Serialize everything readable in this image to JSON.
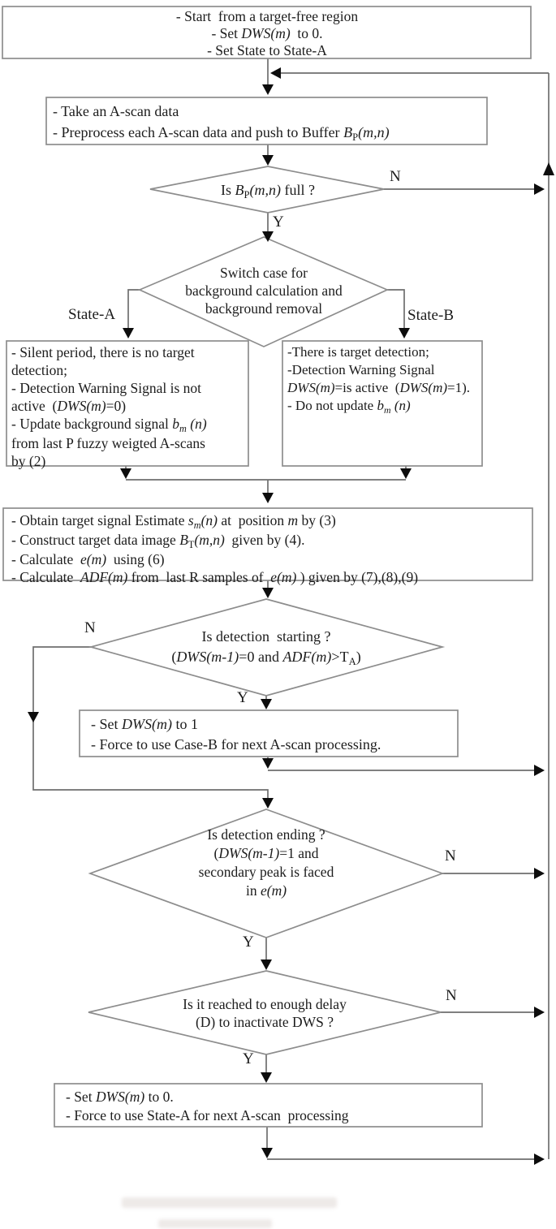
{
  "colors": {
    "bg": "#ffffff",
    "ink": "#1c1c1c",
    "line": "#6f6f6f",
    "border": "#8d8d8d",
    "arrow": "#0d0d0d"
  },
  "labels": {
    "yes": "Y",
    "no": "N"
  },
  "branches": {
    "state_a": "State-A",
    "state_b": "State-B"
  },
  "nodes": {
    "start": {
      "type": "process",
      "lines": [
        [
          {
            "t": "- Start  from a target-free region"
          }
        ],
        [
          {
            "t": "- Set "
          },
          {
            "t": "DWS(m)",
            "s": "i"
          },
          {
            "t": "  to 0."
          }
        ],
        [
          {
            "t": "- Set State to State-A"
          }
        ]
      ]
    },
    "take_scan": {
      "type": "process",
      "lines": [
        [
          {
            "t": "- Take an A-scan data"
          }
        ],
        [
          {
            "t": "- Preprocess each A-scan data and push to Buffer "
          },
          {
            "t": "B",
            "s": "i"
          },
          {
            "t": "P",
            "s": "sub"
          },
          {
            "t": "(m,n)",
            "s": "i"
          }
        ]
      ]
    },
    "buffer_full": {
      "type": "decision",
      "lines": [
        [
          {
            "t": "Is "
          },
          {
            "t": "B",
            "s": "i"
          },
          {
            "t": "P",
            "s": "sub"
          },
          {
            "t": "(m,n)",
            "s": "i"
          },
          {
            "t": " full ?"
          }
        ]
      ]
    },
    "switch_case": {
      "type": "decision",
      "lines": [
        [
          {
            "t": "Switch case for"
          }
        ],
        [
          {
            "t": "background calculation and"
          }
        ],
        [
          {
            "t": "background removal"
          }
        ]
      ]
    },
    "case_state_a": {
      "type": "process",
      "lines": [
        [
          {
            "t": "- Silent period, there is no target"
          }
        ],
        [
          {
            "t": "detection;"
          }
        ],
        [
          {
            "t": "- Detection Warning Signal is not"
          }
        ],
        [
          {
            "t": "active  ("
          },
          {
            "t": "DWS(m)",
            "s": "i"
          },
          {
            "t": "=0)"
          }
        ],
        [
          {
            "t": "- Update background signal "
          },
          {
            "t": "b",
            "s": "i"
          },
          {
            "t": "m",
            "s": "isub"
          },
          {
            "t": " (n)",
            "s": "i"
          }
        ],
        [
          {
            "t": "from last P fuzzy weigted A-scans"
          }
        ],
        [
          {
            "t": "by (2)"
          }
        ]
      ]
    },
    "case_state_b": {
      "type": "process",
      "lines": [
        [
          {
            "t": "-There is target detection;"
          }
        ],
        [
          {
            "t": "-Detection Warning Signal"
          }
        ],
        [
          {
            "t": "DWS(m)",
            "s": "i"
          },
          {
            "t": "=is active  ("
          },
          {
            "t": "DWS(m)",
            "s": "i"
          },
          {
            "t": "=1)."
          }
        ],
        [
          {
            "t": "- Do not update "
          },
          {
            "t": "b",
            "s": "i"
          },
          {
            "t": "m",
            "s": "isub"
          },
          {
            "t": " (n)",
            "s": "i"
          }
        ]
      ]
    },
    "estimate": {
      "type": "process",
      "lines": [
        [
          {
            "t": "- Obtain target signal Estimate "
          },
          {
            "t": "s",
            "s": "i"
          },
          {
            "t": "m",
            "s": "isub"
          },
          {
            "t": "(n)",
            "s": "i"
          },
          {
            "t": " at  position "
          },
          {
            "t": "m",
            "s": "i"
          },
          {
            "t": " by (3)"
          }
        ],
        [
          {
            "t": "- Construct target data image "
          },
          {
            "t": "B",
            "s": "i"
          },
          {
            "t": "T",
            "s": "sub"
          },
          {
            "t": "(m,n)",
            "s": "i"
          },
          {
            "t": "  given by (4)."
          }
        ],
        [
          {
            "t": "- Calculate  "
          },
          {
            "t": "e(m)",
            "s": "i"
          },
          {
            "t": "  using (6)"
          }
        ],
        [
          {
            "t": "- Calculate  "
          },
          {
            "t": "ADF(m)",
            "s": "i"
          },
          {
            "t": " from  last R samples of  "
          },
          {
            "t": "e(m)",
            "s": "i"
          },
          {
            "t": " ) given by (7),(8),(9)"
          }
        ]
      ]
    },
    "detection_starting": {
      "type": "decision",
      "lines": [
        [
          {
            "t": "Is detection  starting ?"
          }
        ],
        [
          {
            "t": "("
          },
          {
            "t": "DWS(m-1)",
            "s": "i"
          },
          {
            "t": "=0 and "
          },
          {
            "t": "ADF(m)",
            "s": "i"
          },
          {
            "t": ">T"
          },
          {
            "t": "A",
            "s": "sub"
          },
          {
            "t": ")"
          }
        ]
      ]
    },
    "set_dws_1": {
      "type": "process",
      "lines": [
        [
          {
            "t": "- Set "
          },
          {
            "t": "DWS(m)",
            "s": "i"
          },
          {
            "t": " to 1"
          }
        ],
        [
          {
            "t": "- Force to use Case-B for next A-scan processing."
          }
        ]
      ]
    },
    "detection_ending": {
      "type": "decision",
      "lines": [
        [
          {
            "t": "Is detection ending ?"
          }
        ],
        [
          {
            "t": "("
          },
          {
            "t": "DWS(m-1)",
            "s": "i"
          },
          {
            "t": "=1 and"
          }
        ],
        [
          {
            "t": "secondary peak is faced"
          }
        ],
        [
          {
            "t": "in "
          },
          {
            "t": "e(m)",
            "s": "i"
          }
        ]
      ]
    },
    "enough_delay": {
      "type": "decision",
      "lines": [
        [
          {
            "t": "Is it reached to enough delay"
          }
        ],
        [
          {
            "t": "(D) to inactivate DWS ?"
          }
        ]
      ]
    },
    "set_dws_0": {
      "type": "process",
      "lines": [
        [
          {
            "t": "- Set "
          },
          {
            "t": "DWS(m)",
            "s": "i"
          },
          {
            "t": " to 0."
          }
        ],
        [
          {
            "t": "- Force to use State-A for next A-scan  processing"
          }
        ]
      ]
    }
  }
}
